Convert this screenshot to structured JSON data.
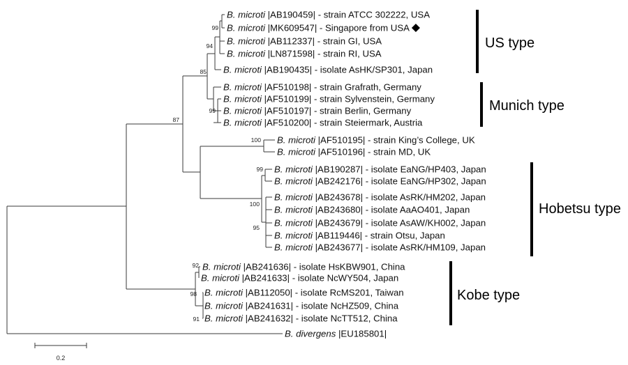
{
  "taxa": [
    {
      "species": "B. microti",
      "rest": " |AB190459| - strain ATCC 302222, USA"
    },
    {
      "species": "B. microti",
      "rest": " |MK609547| - Singapore from USA",
      "marker": "diamond"
    },
    {
      "species": "B. microti",
      "rest": " |AB112337| - strain GI, USA"
    },
    {
      "species": "B. microti",
      "rest": " |LN871598| - strain RI, USA"
    },
    {
      "species": "B. microti",
      "rest": " |AB190435| - isolate AsHK/SP301, Japan"
    },
    {
      "species": "B. microti",
      "rest": " |AF510198| - strain Grafrath, Germany"
    },
    {
      "species": "B. microti",
      "rest": " |AF510199| - strain Sylvenstein, Germany"
    },
    {
      "species": "B. microti",
      "rest": " |AF510197| - strain Berlin, Germany"
    },
    {
      "species": "B. microti",
      "rest": " |AF510200| - strain Steiermark, Austria"
    },
    {
      "species": "B. microti",
      "rest": " |AF510195| - strain King’s College, UK"
    },
    {
      "species": "B. microti",
      "rest": " |AF510196| - strain MD, UK"
    },
    {
      "species": "B. microti",
      "rest": " |AB190287| - isolate EaNG/HP403, Japan"
    },
    {
      "species": "B. microti",
      "rest": " |AB242176| - isolate EaNG/HP302, Japan"
    },
    {
      "species": "B. microti",
      "rest": " |AB243678| - isolate AsRK/HM202, Japan"
    },
    {
      "species": "B. microti",
      "rest": " |AB243680| - isolate AaAO401, Japan"
    },
    {
      "species": "B. microti",
      "rest": " |AB243679| - isolate AsAW/KH002, Japan"
    },
    {
      "species": "B. microti",
      "rest": " |AB119446| - strain Otsu, Japan"
    },
    {
      "species": "B. microti",
      "rest": " |AB243677| - isolate AsRK/HM109, Japan"
    },
    {
      "species": "B. microti",
      "rest": " |AB241636| - isolate HsKBW901, China"
    },
    {
      "species": "B. microti",
      "rest": " |AB241633| - isolate NcWY504, Japan"
    },
    {
      "species": "B. microti",
      "rest": " |AB112050| - isolate RcMS201, Taiwan"
    },
    {
      "species": "B. microti",
      "rest": " |AB241631| - isolate NcHZ509, China"
    },
    {
      "species": "B. microti",
      "rest": " |AB241632| - isolate NcTT512, China"
    },
    {
      "species": "B. divergens",
      "rest": " |EU185801|"
    }
  ],
  "bootstrap": [
    "99",
    "94",
    "85",
    "99",
    "87",
    "100",
    "99",
    "100",
    "95",
    "92",
    "98",
    "91"
  ],
  "groups": [
    "US type",
    "Munich type",
    "Hobetsu type",
    "Kobe type"
  ],
  "scale_bar": {
    "label": "0.2"
  }
}
